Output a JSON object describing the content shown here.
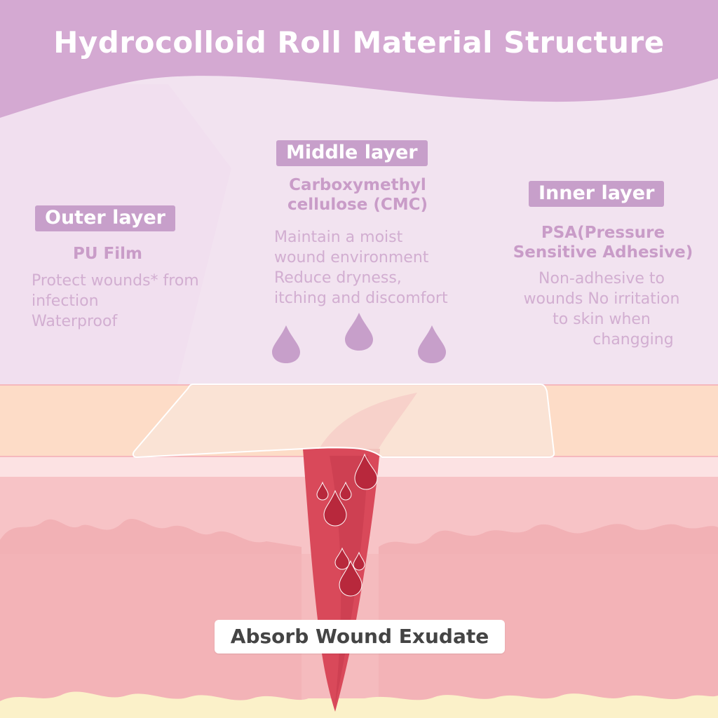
{
  "title": "Hydrocolloid Roll Material Structure",
  "layers": {
    "outer": {
      "label": "Outer layer",
      "material": "PU Film",
      "lines": [
        "Protect wounds* from",
        "infection",
        "Waterproof"
      ]
    },
    "middle": {
      "label": "Middle layer",
      "material_lines": [
        "Carboxymethyl",
        "cellulose (CMC)"
      ],
      "lines": [
        "Maintain a moist",
        "wound environment",
        "Reduce dryness,",
        "itching and discomfort"
      ]
    },
    "inner": {
      "label": "Inner layer",
      "material_lines": [
        "PSA(Pressure",
        "Sensitive Adhesive)"
      ],
      "lines": [
        "Non-adhesive to",
        "wounds No irritation",
        "to skin when",
        "changging"
      ]
    }
  },
  "wound_label": "Absorb Wound Exudate",
  "colors": {
    "header": "#d4a9d2",
    "background": "#f2e3f0",
    "pill": "#c79fca",
    "droplet": "#c79fca",
    "skin_top": "#fddcc7",
    "dermis": "#f7c3c6",
    "wound": "#d9495a"
  }
}
